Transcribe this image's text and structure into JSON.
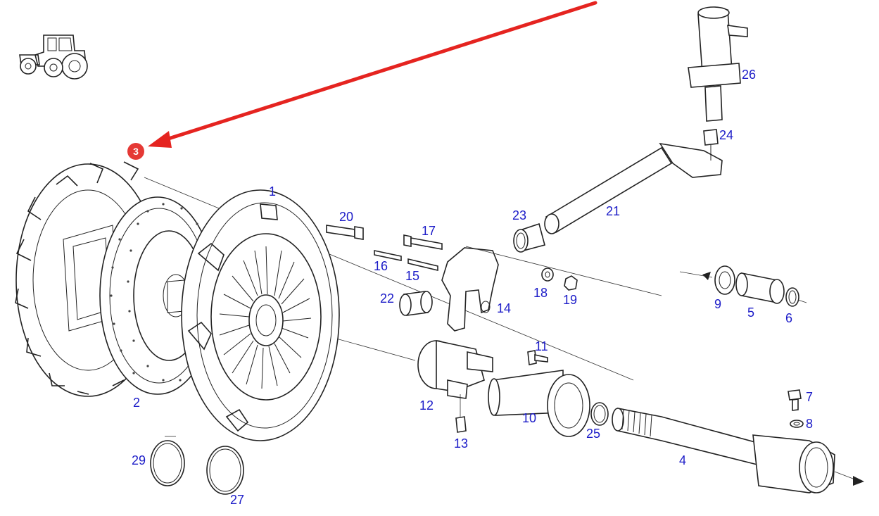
{
  "callout": {
    "label": "3",
    "color": "#e53935"
  },
  "arrow_color": "#e52420",
  "label_color": "#1c1cc8",
  "vehicle_icon": "tractor-icon",
  "parts": [
    {
      "id": "p1",
      "label": "1"
    },
    {
      "id": "p2",
      "label": "2"
    },
    {
      "id": "p4",
      "label": "4"
    },
    {
      "id": "p5",
      "label": "5"
    },
    {
      "id": "p6",
      "label": "6"
    },
    {
      "id": "p7",
      "label": "7"
    },
    {
      "id": "p8",
      "label": "8"
    },
    {
      "id": "p9",
      "label": "9"
    },
    {
      "id": "p10",
      "label": "10"
    },
    {
      "id": "p11",
      "label": "11"
    },
    {
      "id": "p12",
      "label": "12"
    },
    {
      "id": "p13",
      "label": "13"
    },
    {
      "id": "p14",
      "label": "14"
    },
    {
      "id": "p15",
      "label": "15"
    },
    {
      "id": "p16",
      "label": "16"
    },
    {
      "id": "p17",
      "label": "17"
    },
    {
      "id": "p18",
      "label": "18"
    },
    {
      "id": "p19",
      "label": "19"
    },
    {
      "id": "p20",
      "label": "20"
    },
    {
      "id": "p21",
      "label": "21"
    },
    {
      "id": "p22",
      "label": "22"
    },
    {
      "id": "p23",
      "label": "23"
    },
    {
      "id": "p24",
      "label": "24"
    },
    {
      "id": "p25",
      "label": "25"
    },
    {
      "id": "p26",
      "label": "26"
    },
    {
      "id": "p27",
      "label": "27"
    },
    {
      "id": "p29",
      "label": "29"
    }
  ]
}
